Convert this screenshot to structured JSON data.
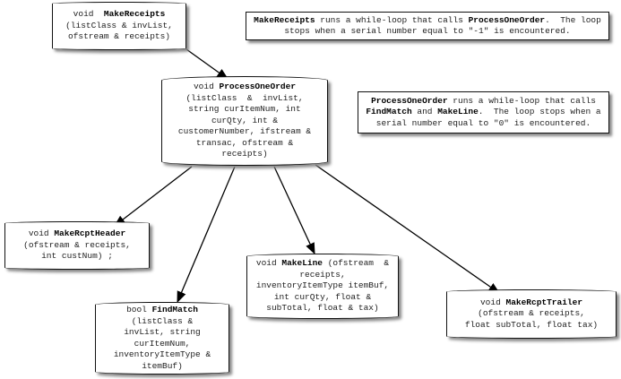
{
  "nodes": {
    "make_receipts": {
      "pre": "void  ",
      "name": "MakeReceipts",
      "post": "",
      "lines": [
        "(listClass & invList,",
        "ofstream & receipts)"
      ]
    },
    "process_one_order": {
      "pre": "void ",
      "name": "ProcessOneOrder",
      "post": "",
      "lines": [
        "(listClass  &  invList,",
        "string curItemNum, int",
        "curQty, int &",
        "customerNumber, ifstream &",
        "transac, ofstream &",
        "receipts)"
      ]
    },
    "make_rcpt_header": {
      "pre": "void ",
      "name": "MakeRcptHeader",
      "post": "",
      "lines": [
        "(ofstream & receipts,",
        "int custNum) ;"
      ]
    },
    "find_match": {
      "pre": "bool ",
      "name": "FindMatch",
      "post": "",
      "lines": [
        "(listClass &",
        "invList, string",
        "curItemNum,",
        "inventoryItemType &",
        "itemBuf)"
      ]
    },
    "make_line": {
      "pre": "void ",
      "name": "MakeLine",
      "post": " (ofstream  &",
      "lines": [
        "receipts,",
        "inventoryItemType itemBuf,",
        "int curQty, float &",
        "subTotal, float & tax)"
      ]
    },
    "make_rcpt_trailer": {
      "pre": "void ",
      "name": "MakeRcptTrailer",
      "post": "",
      "lines": [
        "(ofstream & receipts,",
        "float subTotal, float tax)"
      ]
    }
  },
  "notes": {
    "note1": {
      "b1": "MakeReceipts",
      "t1": " runs a while-loop that calls ",
      "b2": "ProcessOneOrder",
      "t2": ".  The loop",
      "line2": "stops when a serial number equal to \"-1\" is encountered."
    },
    "note2": {
      "b1": "ProcessOneOrder",
      "t1": " runs a while-loop that calls",
      "b2": "FindMatch",
      "t2": " and ",
      "b3": "MakeLine",
      "t3": ".  The loop stops when a",
      "line3": "serial number equal to \"0\" is encountered."
    }
  }
}
